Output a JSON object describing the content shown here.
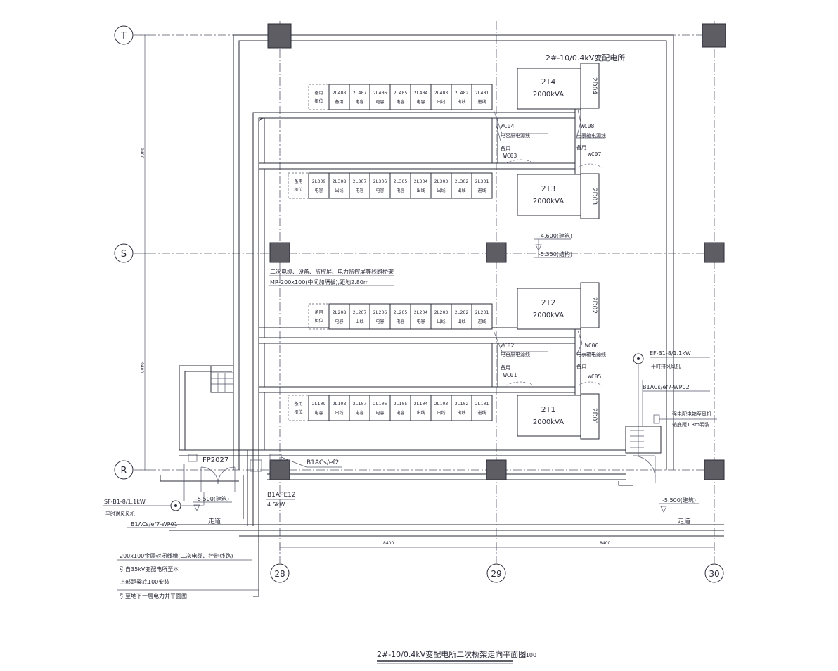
{
  "axes": {
    "rows": [
      {
        "id": "row-t",
        "label": "T"
      },
      {
        "id": "row-s",
        "label": "S"
      },
      {
        "id": "row-r",
        "label": "R"
      }
    ],
    "cols": [
      {
        "id": "col-28",
        "label": "28"
      },
      {
        "id": "col-29",
        "label": "29"
      },
      {
        "id": "col-30",
        "label": "30"
      }
    ],
    "dims": {
      "left_upper": "9400",
      "left_lower": "9400",
      "bottom_left": "8400",
      "bottom_right": "8400"
    }
  },
  "room_title": "2#-10/0.4kV变配电所",
  "transformers": [
    {
      "name": "2T4",
      "rating": "2000kVA",
      "panel": "2D04"
    },
    {
      "name": "2T3",
      "rating": "2000kVA",
      "panel": "2D03"
    },
    {
      "name": "2T2",
      "rating": "2000kVA",
      "panel": "2D02"
    },
    {
      "name": "2T1",
      "rating": "2000kVA",
      "panel": "2D01"
    }
  ],
  "switchgear_rows": [
    {
      "cells": [
        "2L408",
        "2L407",
        "2L406",
        "2L405",
        "2L404",
        "2L403",
        "2L402",
        "2L401"
      ],
      "labels": [
        "备用",
        "电容",
        "电容",
        "电容",
        "电容",
        "出线",
        "出线",
        "进线"
      ],
      "first": [
        "备用",
        "柜位"
      ]
    },
    {
      "cells": [
        "2L309",
        "2L308",
        "2L307",
        "2L306",
        "2L305",
        "2L304",
        "2L303",
        "2L302",
        "2L301"
      ],
      "labels": [
        "电容",
        "出线",
        "电容",
        "电容",
        "电容",
        "出线",
        "出线",
        "出线",
        "进线"
      ],
      "first": [
        "备用",
        "柜位"
      ]
    },
    {
      "cells": [
        "2L208",
        "2L207",
        "2L206",
        "2L205",
        "2L204",
        "2L203",
        "2L202",
        "2L201"
      ],
      "labels": [
        "电容",
        "出线",
        "电容",
        "电容",
        "电容",
        "出线",
        "出线",
        "进线"
      ],
      "first": [
        "备用",
        "柜位"
      ]
    },
    {
      "cells": [
        "2L109",
        "2L108",
        "2L107",
        "2L106",
        "2L105",
        "2L104",
        "2L103",
        "2L102",
        "2L101"
      ],
      "labels": [
        "电容",
        "出线",
        "电容",
        "电容",
        "电容",
        "出线",
        "出线",
        "出线",
        "进线"
      ],
      "first": [
        "备用",
        "柜位"
      ]
    }
  ],
  "cable_labels": {
    "wc04": "WC04",
    "wc04_desc": "电容屏电源线",
    "wc08": "WC08",
    "wc08_desc": "电表箱电源线",
    "spare1": "备用",
    "spare2": "备用",
    "wc03": "WC03",
    "wc07": "WC07",
    "wc02": "WC02",
    "wc02_desc": "电容屏电源线",
    "wc06": "WC06",
    "wc06_desc": "电表箱电源线",
    "spare3": "备用",
    "spare4": "备用",
    "wc01": "WC01",
    "wc05": "WC05"
  },
  "annotations": {
    "elev_top": "-4.600(建筑)",
    "elev_bottom": "-5.350(结构)",
    "tray_desc": "二次电缆、设备、监控屏、电力监控屏等线路桥架",
    "tray_size": "MR-200x100(中间加隔板),距地2.80m",
    "ef_fan": "EF-B1-8/1.1kW",
    "ef_desc": "平时排风风机",
    "ef_cable": "B1ACs/ef7-WP02",
    "ef_panel_1": "强电配电箱至风机",
    "ef_panel_2": "箱底距1.3m明装",
    "sf_fan": "SF-B1-8/1.1kW",
    "sf_desc": "平时送风风机",
    "sf_cable": "B1ACs/ef7-WP01",
    "elev_left": "-5.500(建筑)",
    "corridor_left": "走道",
    "elev_right": "-5.500(建筑)",
    "corridor_right": "走道",
    "fp": "FP2027",
    "b1acs": "B1ACs/ef2",
    "b1ape": "B1APE12",
    "b1ape_kw": "4.5kW",
    "note1": "200x100金属封闭线槽(二次电缆、控制线路)",
    "note2": "引自35kV变配电所至本",
    "note3": "上部距梁底100安装",
    "note4": "引至地下一层电力井平面图"
  },
  "drawing_title": "2#-10/0.4kV变配电所二次桥架走向平面图",
  "scale": "1:100"
}
